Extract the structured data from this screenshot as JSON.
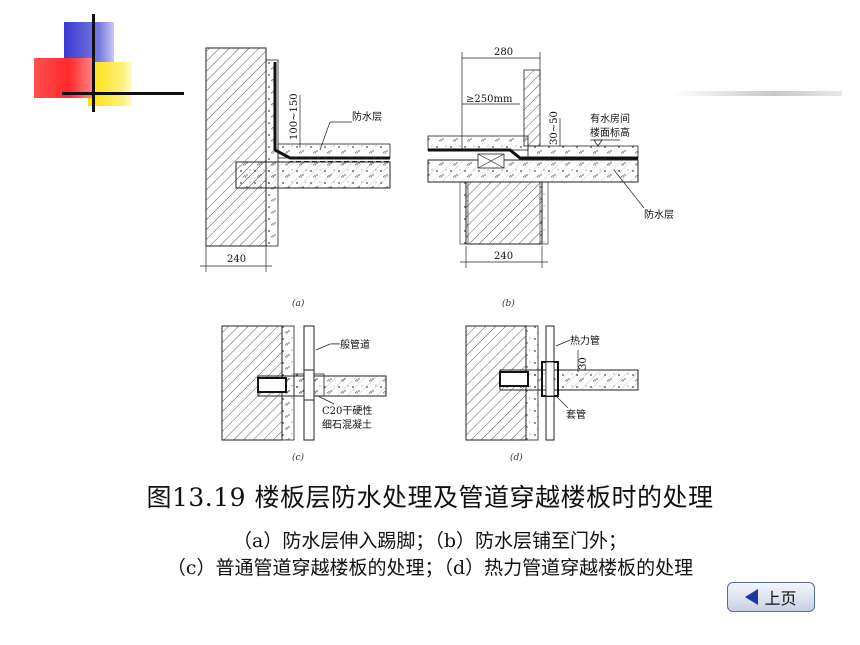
{
  "figure": {
    "title": "图13.19  楼板层防水处理及管道穿越楼板时的处理",
    "subtitle_line1": "（a）防水层伸入踢脚；（b）防水层铺至门外；",
    "subtitle_line2": "（c）普通管道穿越楼板的处理；（d）热力管道穿越楼板的处理"
  },
  "panel_a": {
    "label": "(a)",
    "dim_width": "240",
    "dim_height": "100~150",
    "layer_label": "防水层"
  },
  "panel_b": {
    "label": "(b)",
    "dim_top": "280",
    "dim_overlap": "≥250mm",
    "dim_step": "30~50",
    "dim_width": "240",
    "room_label_1": "有水房间",
    "room_label_2": "楼面标高",
    "layer_label": "防水层"
  },
  "panel_c": {
    "label": "(c)",
    "pipe_label": "一般管道",
    "fill_label_1": "C20干硬性",
    "fill_label_2": "细石混凝土"
  },
  "panel_d": {
    "label": "(d)",
    "pipe_label": "热力管",
    "dim_gap": "30",
    "sleeve_label": "套管"
  },
  "nav": {
    "prev_label": "上页"
  },
  "colors": {
    "deco_blue": "#3a3ad0",
    "deco_red": "#ff3030",
    "deco_yellow": "#ffe000",
    "button_arrow": "#1a3a9a"
  }
}
